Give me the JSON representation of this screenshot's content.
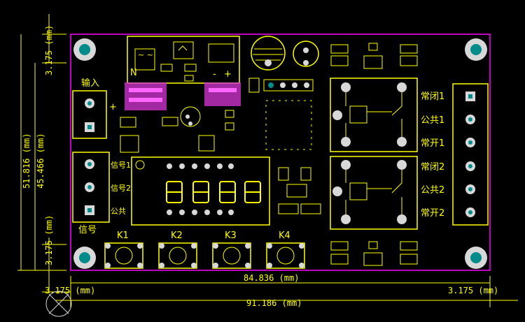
{
  "colors": {
    "background": "#000000",
    "silkscreen": "#ffff00",
    "board_outline": "#ff00ff",
    "pad": "#008b8b",
    "pad_ring": "#d8d8d8",
    "smd_pad": "#cc33cc",
    "via": "#555555"
  },
  "labels": {
    "input": "输入",
    "plus": "+",
    "signal": "信号",
    "sig1": "信号1",
    "sig2": "信号2",
    "common": "公共",
    "n_mark": "N",
    "minus": "-",
    "plus_small": "+",
    "k1": "K1",
    "k2": "K2",
    "k3": "K3",
    "k4": "K4",
    "relay1_nc": "常闭1",
    "relay1_com": "公共1",
    "relay1_no": "常开1",
    "relay2_nc": "常闭2",
    "relay2_com": "公共2",
    "relay2_no": "常开2"
  },
  "dimensions": {
    "top_left_vertical": "3.175 (mm)",
    "height_outer": "51.816 (mm)",
    "height_inner": "45.466 (mm)",
    "bottom_left_vertical": "3.175 (mm)",
    "bottom_left_horizontal": "3.175 (mm)",
    "width_inner": "84.836 (mm)",
    "bottom_right_horizontal": "3.175 (mm)",
    "width_outer": "91.186 (mm)"
  },
  "icons": [
    "mounting-hole-icon",
    "relay-icon",
    "seven-segment-display-icon",
    "tact-switch-icon",
    "terminal-block-icon",
    "origin-marker-icon"
  ]
}
